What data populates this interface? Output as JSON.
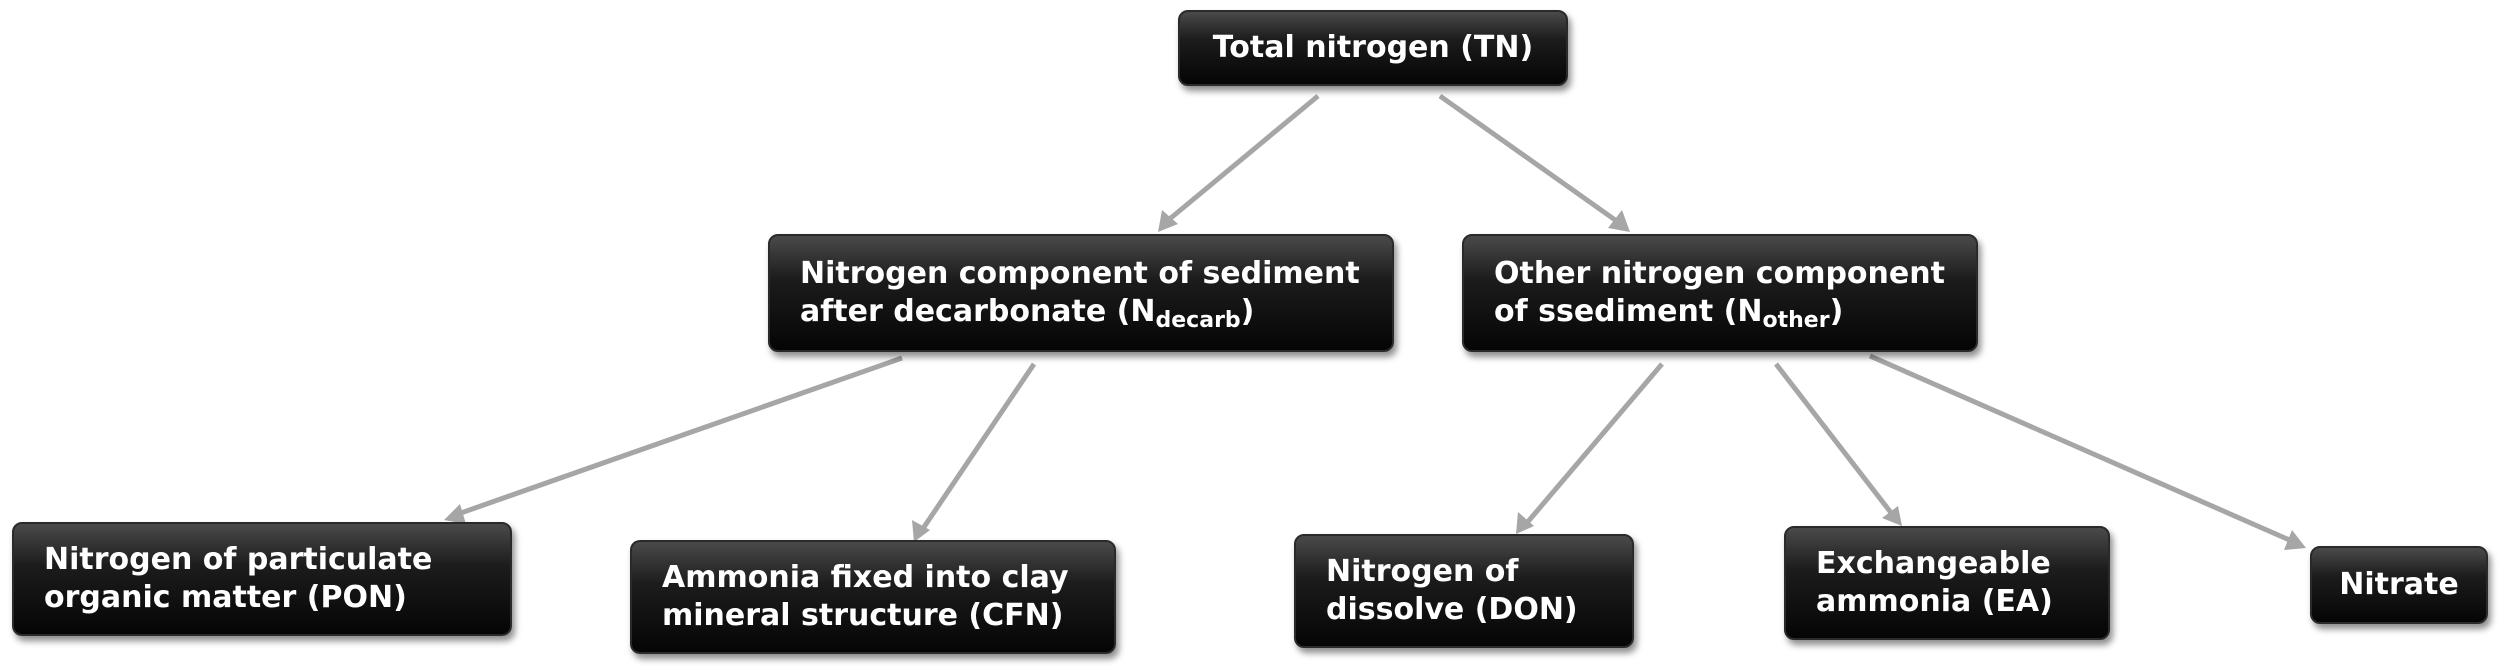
{
  "nodes": {
    "tn": {
      "text": "Total nitrogen (TN)"
    },
    "decarb": {
      "line1": "Nitrogen component of sediment",
      "line2_prefix": "after decarbonate (N",
      "line2_sub": "decarb",
      "line2_suffix": ")"
    },
    "other": {
      "line1": "Other nitrogen component",
      "line2_prefix": "of ssediment (N",
      "line2_sub": "other",
      "line2_suffix": ")"
    },
    "pon": {
      "line1": "Nitrogen of particulate",
      "line2": "organic matter (PON)"
    },
    "cfn": {
      "line1": "Ammonia fixed into clay",
      "line2": "mineral structure (CFN)"
    },
    "don": {
      "line1": "Nitrogen of",
      "line2": "dissolve (DON)"
    },
    "ea": {
      "line1": "Exchangeable",
      "line2": "ammonia (EA)"
    },
    "nitrate": {
      "text": "Nitrate"
    }
  },
  "colors": {
    "node_fill": "#111111",
    "node_text": "#ffffff",
    "arrow": "#a6a6a6"
  }
}
